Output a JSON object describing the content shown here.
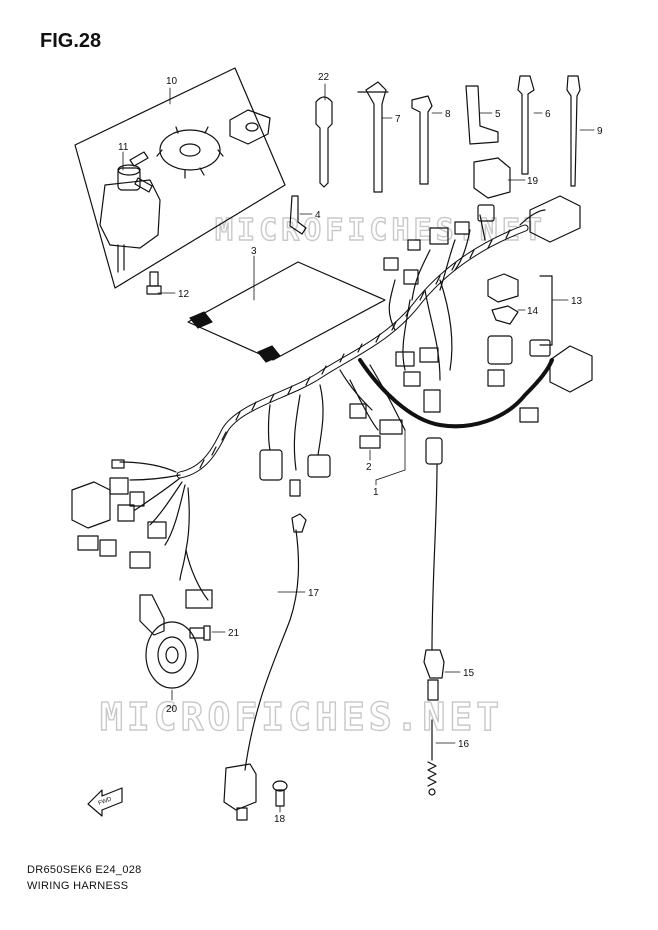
{
  "figure": {
    "title": "FIG.28",
    "model_code": "DR650SEK6 E24_028",
    "name": "WIRING HARNESS"
  },
  "watermark": {
    "text_top": "MICROFICHES.NET",
    "text_bottom": "MICROFICHES.NET"
  },
  "fwd_label": "FWD",
  "callouts": [
    "1",
    "2",
    "3",
    "4",
    "5",
    "6",
    "7",
    "8",
    "9",
    "10",
    "11",
    "12",
    "13",
    "14",
    "15",
    "16",
    "17",
    "18",
    "19",
    "20",
    "21",
    "22"
  ],
  "colors": {
    "ink": "#111111",
    "watermark": "#c9c9c9"
  }
}
